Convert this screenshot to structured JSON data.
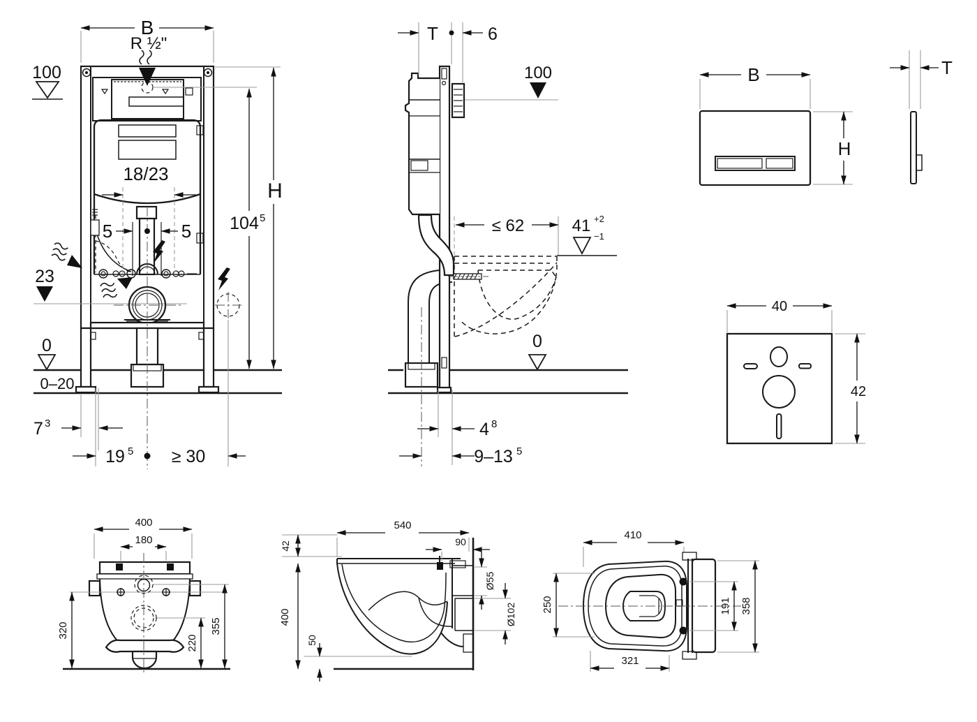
{
  "views": {
    "frame_front": {
      "width": "B",
      "supply_thread": "R ½\"",
      "supply_level": "100",
      "cistern_type": "18/23",
      "adjust_left": "5",
      "adjust_right": "5",
      "height": "H",
      "supply_height": {
        "main": "104",
        "sup": "5"
      },
      "drain_level": "23",
      "floor_level": "0",
      "floor_range": "0–20",
      "profile_width": {
        "main": "7",
        "sup": "3"
      },
      "drain_offset": {
        "main": "19",
        "sup": "5"
      },
      "side_clearance": "≥ 30"
    },
    "frame_side": {
      "depth": "T",
      "plate_clearance": "6",
      "supply_level": "100",
      "bowl_depth": "≤ 62",
      "rim_height": {
        "main": "41",
        "plus": "+2",
        "minus": "−1"
      },
      "floor_level": "0",
      "outlet_edge": {
        "main": "4",
        "sup": "8"
      },
      "outlet_range": {
        "main": "9–13",
        "sup": "5"
      }
    },
    "flush_plate": {
      "width": "B",
      "height": "H",
      "thickness": "T"
    },
    "sound_pad": {
      "width": "40",
      "height": "42"
    },
    "wc_rear": {
      "width": "400",
      "hole_spacing": "180",
      "height_left": "320",
      "height_right": "355",
      "outlet_height": "220"
    },
    "wc_side": {
      "depth": "540",
      "seat_thickness": "42",
      "wall_offset": "90",
      "inlet_dia": "Ø55",
      "outlet_dia": "Ø102",
      "height": "400",
      "clearance": "50"
    },
    "wc_top": {
      "bowl_length": "410",
      "bowl_width": "250",
      "hole_spacing": "191",
      "overall_width": "358",
      "inner_length": "321"
    }
  }
}
